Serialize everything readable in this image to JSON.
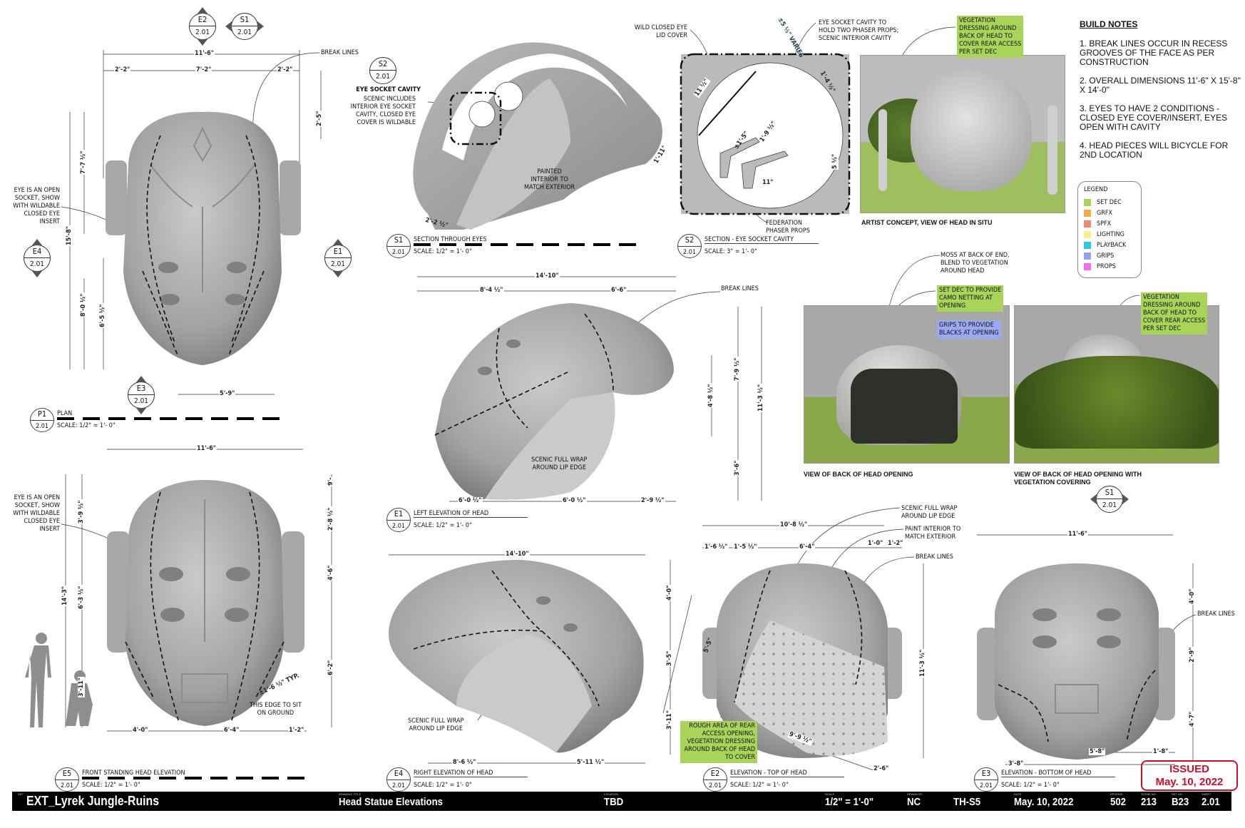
{
  "title_block": {
    "set_label": "SET",
    "set": "EXT_Lyrek Jungle-Ruins",
    "drawing_title_label": "DRAWING TITLE",
    "drawing_title": "Head Statue Elevations",
    "location_label": "LOCATION",
    "location": "TBD",
    "scale_label": "SCALE",
    "scale": "1/2\" = 1'-0\"",
    "drawn_by_label": "DRAWN BY",
    "drawn_by": "NC",
    "code": "TH-S5",
    "date_label": "DATE",
    "date": "May. 10, 2022",
    "episode_label": "EPISODE",
    "episode": "502",
    "scene_label": "SCENE NO",
    "scene": "213",
    "set_no_label": "SET NO",
    "set_no": "B23",
    "sheet_label": "SHEET",
    "sheet": "2.01"
  },
  "stamp": {
    "status": "ISSUED",
    "date": "May. 10, 2022"
  },
  "build_notes": {
    "title": "BUILD NOTES",
    "items": [
      "1. BREAK LINES OCCUR IN RECESS GROOVES OF THE FACE AS PER CONSTRUCTION",
      "2. OVERALL DIMENSIONS 11'-6\" X 15'-8\" X 14'-0\"",
      "3. EYES TO HAVE 2 CONDITIONS - CLOSED EYE COVER/INSERT, EYES OPEN WITH CAVITY",
      "4. HEAD PIECES WILL BICYCLE FOR 2ND LOCATION"
    ]
  },
  "legend": {
    "title": "LEGEND",
    "items": [
      {
        "label": "SET DEC",
        "color": "#a8d45a"
      },
      {
        "label": "GRFX",
        "color": "#f5a94a"
      },
      {
        "label": "SPFX",
        "color": "#ee8a6e"
      },
      {
        "label": "LIGHTING",
        "color": "#f8ef8c"
      },
      {
        "label": "PLAYBACK",
        "color": "#2fcbe0"
      },
      {
        "label": "GRIPS",
        "color": "#93a3f0"
      },
      {
        "label": "PROPS",
        "color": "#f56ef0"
      }
    ]
  },
  "views": [
    {
      "id": "P1",
      "sheet": "2.01",
      "title": "PLAN",
      "scale": "SCALE: 1/2\" = 1'- 0\""
    },
    {
      "id": "S1",
      "sheet": "2.01",
      "title": "SECTION THROUGH EYES",
      "scale": "SCALE: 1/2\" = 1'- 0\""
    },
    {
      "id": "S2",
      "sheet": "2.01",
      "title": "SECTION - EYE SOCKET CAVITY",
      "scale": "SCALE: 3\" = 1'- 0\""
    },
    {
      "id": "E1",
      "sheet": "2.01",
      "title": "LEFT ELEVATION OF HEAD",
      "scale": "SCALE: 1/2\" = 1'- 0\""
    },
    {
      "id": "E5",
      "sheet": "2.01",
      "title": "FRONT STANDING HEAD ELEVATION",
      "scale": "SCALE: 1/2\" = 1'- 0\""
    },
    {
      "id": "E4",
      "sheet": "2.01",
      "title": "RIGHT ELEVATION OF HEAD",
      "scale": "SCALE: 1/2\" = 1'- 0\""
    },
    {
      "id": "E2",
      "sheet": "2.01",
      "title": "ELEVATION - TOP OF HEAD",
      "scale": "SCALE: 1/2\" = 1'- 0\""
    },
    {
      "id": "E3",
      "sheet": "2.01",
      "title": "ELEVATION - BOTTOM OF HEAD",
      "scale": "SCALE: 1/2\" = 1'- 0\""
    }
  ],
  "markers": [
    {
      "id": "E2",
      "sheet": "2.01"
    },
    {
      "id": "S1",
      "sheet": "2.01"
    },
    {
      "id": "S2",
      "sheet": "2.01"
    },
    {
      "id": "E4",
      "sheet": "2.01"
    },
    {
      "id": "E1",
      "sheet": "2.01"
    },
    {
      "id": "E3",
      "sheet": "2.01"
    },
    {
      "id": "S1",
      "sheet": "2.01"
    }
  ],
  "notes": {
    "break_lines": "BREAK LINES",
    "eye_open_socket": "EYE IS AN OPEN\nSOCKET, SHOW\nWITH WILDABLE\nCLOSED EYE\nINSERT",
    "eye_socket_cavity_title": "EYE SOCKET CAVITY",
    "eye_socket_cavity_body": "SCENIC INCLUDES\nINTERIOR EYE SOCKET\nCAVITY, CLOSED EYE\nCOVER IS WILDABLE",
    "wild_closed_eye": "WILD CLOSED EYE\nLID COVER",
    "eye_socket_phaser": "EYE SOCKET CAVITY TO\nHOLD TWO PHASER PROPS;\nSCENIC INTERIOR CAVITY",
    "vegetation_dressing": "VEGETATION\nDRESSING AROUND\nBACK OF HEAD TO\nCOVER REAR ACCESS\nPER SET DEC",
    "painted_interior": "PAINTED\nINTERIOR TO\nMATCH EXTERIOR",
    "federation_phaser": "FEDERATION\nPHASER PROPS",
    "artist_concept": "ARTIST CONCEPT, VIEW OF HEAD IN SITU",
    "moss": "MOSS AT BACK OF END,\nBLEND TO VEGETATION\nAROUND HEAD",
    "camo_netting": "SET DEC TO PROVIDE\nCAMO NETTING AT\nOPENING",
    "grips_blacks": "GRIPS TO PROVIDE\nBLACKS AT OPENING",
    "scenic_full_wrap": "SCENIC FULL WRAP\nAROUND LIP EDGE",
    "back_view": "VIEW OF BACK OF HEAD OPENING",
    "back_view_veg": "VIEW OF BACK OF HEAD OPENING WITH\nVEGETATION COVERING",
    "paint_interior": "PAINT INTERIOR TO\nMATCH EXTERIOR",
    "rough_area": "ROUGH AREA OF REAR\nACCESS OPENING,\nVEGETATION DRESSING\nAROUND BACK OF HEAD\nTO COVER",
    "edge_ground": "THIS EDGE TO SIT\nON GROUND"
  },
  "dims": {
    "p1": [
      "11'-6\"",
      "2'-2\"",
      "7'-2\"",
      "2'-2\"",
      "2'-5\"",
      "7'-7 ½\"",
      "15'-8\"",
      "8'-0 ½\"",
      "6'-5 ½\"",
      "5'-9\""
    ],
    "e5": [
      "11'-6\"",
      "9'-",
      "2'-8 ½\"",
      "4'-6\"",
      "6'-2\"",
      "14'-3\"",
      "3'-9 ½\"",
      "6'-3 ½\"",
      "3'-11\"",
      "4'-0\"",
      "6'-4\"",
      "1'-2\"",
      "±1'-6 ½\" TYP."
    ],
    "s1": [
      "2'-2 ½\"",
      "1'-11\""
    ],
    "s2": [
      "±5 ½\" VARIES",
      "11 ½\"",
      "±1'-5\"",
      "1'-9 ½\"",
      "1'-4 ½\"",
      "5 ½\"",
      "11\""
    ],
    "e1": [
      "14'-10\"",
      "8'-4 ½\"",
      "6'-6\"",
      "7'-9 ½\"",
      "11'-3 ½\"",
      "4'-8 ½\"",
      "3'-6\"",
      "6'-0 ½\"",
      "6'-0 ½\"",
      "2'-9 ½\""
    ],
    "e4": [
      "14'-10\"",
      "4'-0\"",
      "3'-5\"",
      "3'-11\"",
      "8'-6 ½\"",
      "5'-11 ½\""
    ],
    "e2": [
      "10'-8 ½\"",
      "1'-6 ½\"",
      "1'-5 ½\"",
      "6'-4\"",
      "1'-0\"",
      "1'-2\"",
      "5'-5\"",
      "11'-3 ½\"",
      "9'-9 ½\"",
      "2'-6\""
    ],
    "e3": [
      "11'-6\"",
      "4'-0\"",
      "2'-9\"",
      "4'-7\"",
      "3'-8\"",
      "5'-8\"",
      "1'-8\""
    ]
  }
}
